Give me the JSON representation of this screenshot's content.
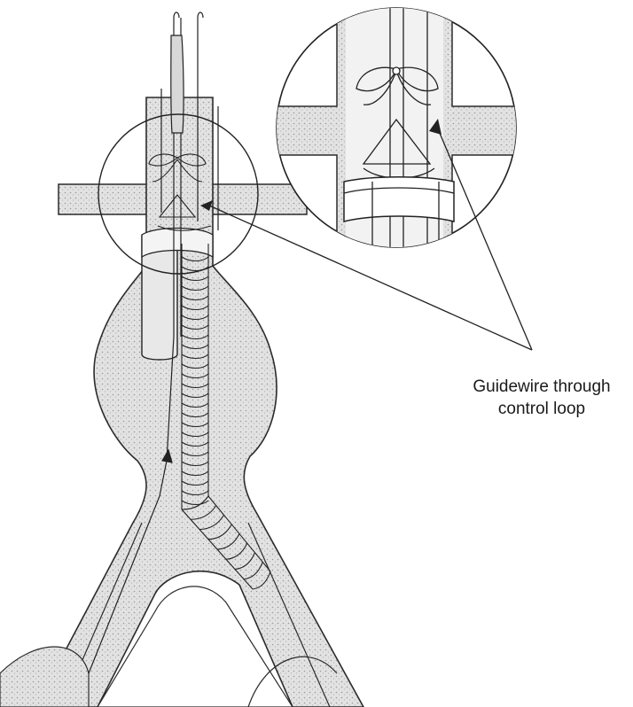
{
  "figure": {
    "label_lines": [
      "Guidewire through",
      "control loop"
    ],
    "colors": {
      "vessel_fill": "#d6d6d6",
      "vessel_outline": "#2b2b2b",
      "device_line": "#222222",
      "background": "#ffffff"
    },
    "icons": [
      "magnify-circle",
      "arrowhead"
    ]
  }
}
